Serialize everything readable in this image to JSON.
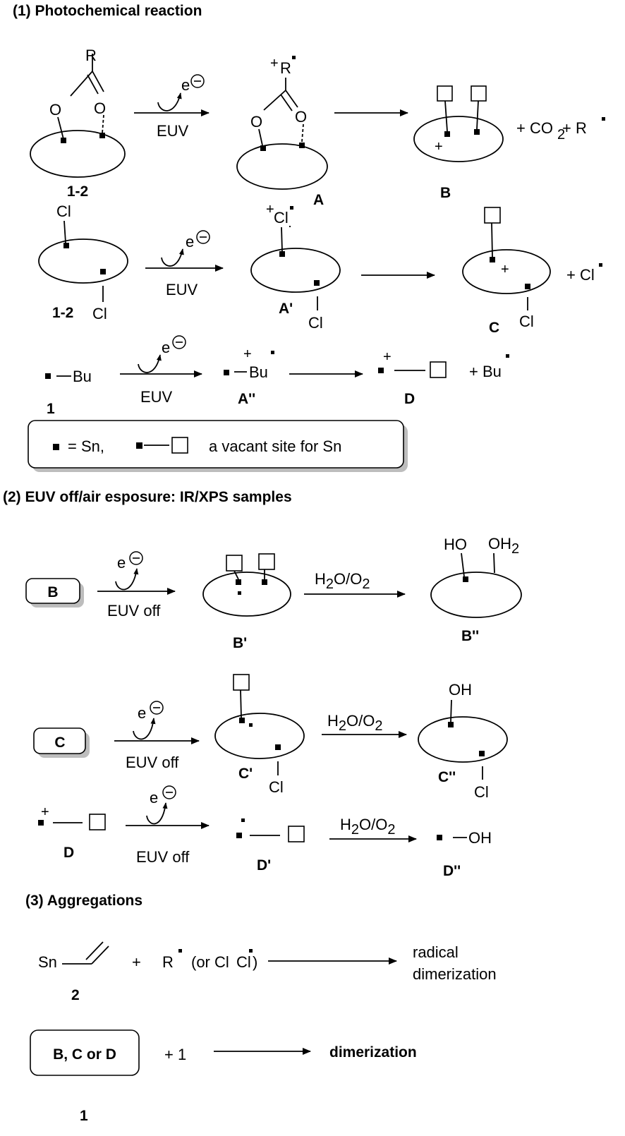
{
  "sections": {
    "s1": "(1) Photochemical reaction",
    "s2": "(2) EUV off/air esposure: IR/XPS samples",
    "s3": "(3) Aggregations"
  },
  "labels": {
    "c12": "1-2",
    "A": "A",
    "B": "B",
    "Ap": "A'",
    "C": "C",
    "one": "1",
    "App": "A''",
    "D": "D",
    "Bp": "B'",
    "Bpp": "B''",
    "Cp": "C'",
    "Cpp": "C''",
    "Dp": "D'",
    "Dpp": "D''",
    "two": "2",
    "box3": "B, C or D"
  },
  "text": {
    "euv": "EUV",
    "euv_off": "EUV off",
    "electron": "e",
    "R": "R",
    "O": "O",
    "Cl": "Cl",
    "Bu": "Bu",
    "Sn": "Sn",
    "plus": "+",
    "co2_plus": "+ CO",
    "co2_sub": "2",
    "plus_R": " + R",
    "plus_Cl": "+ Cl",
    "plus_Bu": "+ Bu",
    "legend_sn": "= Sn,",
    "legend_vacant": "a vacant site for Sn",
    "HO": "HO",
    "OH": "OH",
    "OH2": "OH",
    "sub2": "2",
    "bond_OH": "—OH",
    "reagent": "H",
    "reagent_2": "2",
    "reagent_mid": "O/O",
    "reagent_end": "2",
    "radical_line1": "radical",
    "radical_line2": "dimerization",
    "plus_R_cl": "(or Cl",
    "close": ")",
    "dimerization": "dimerization",
    "plus_one": "+ 1"
  }
}
